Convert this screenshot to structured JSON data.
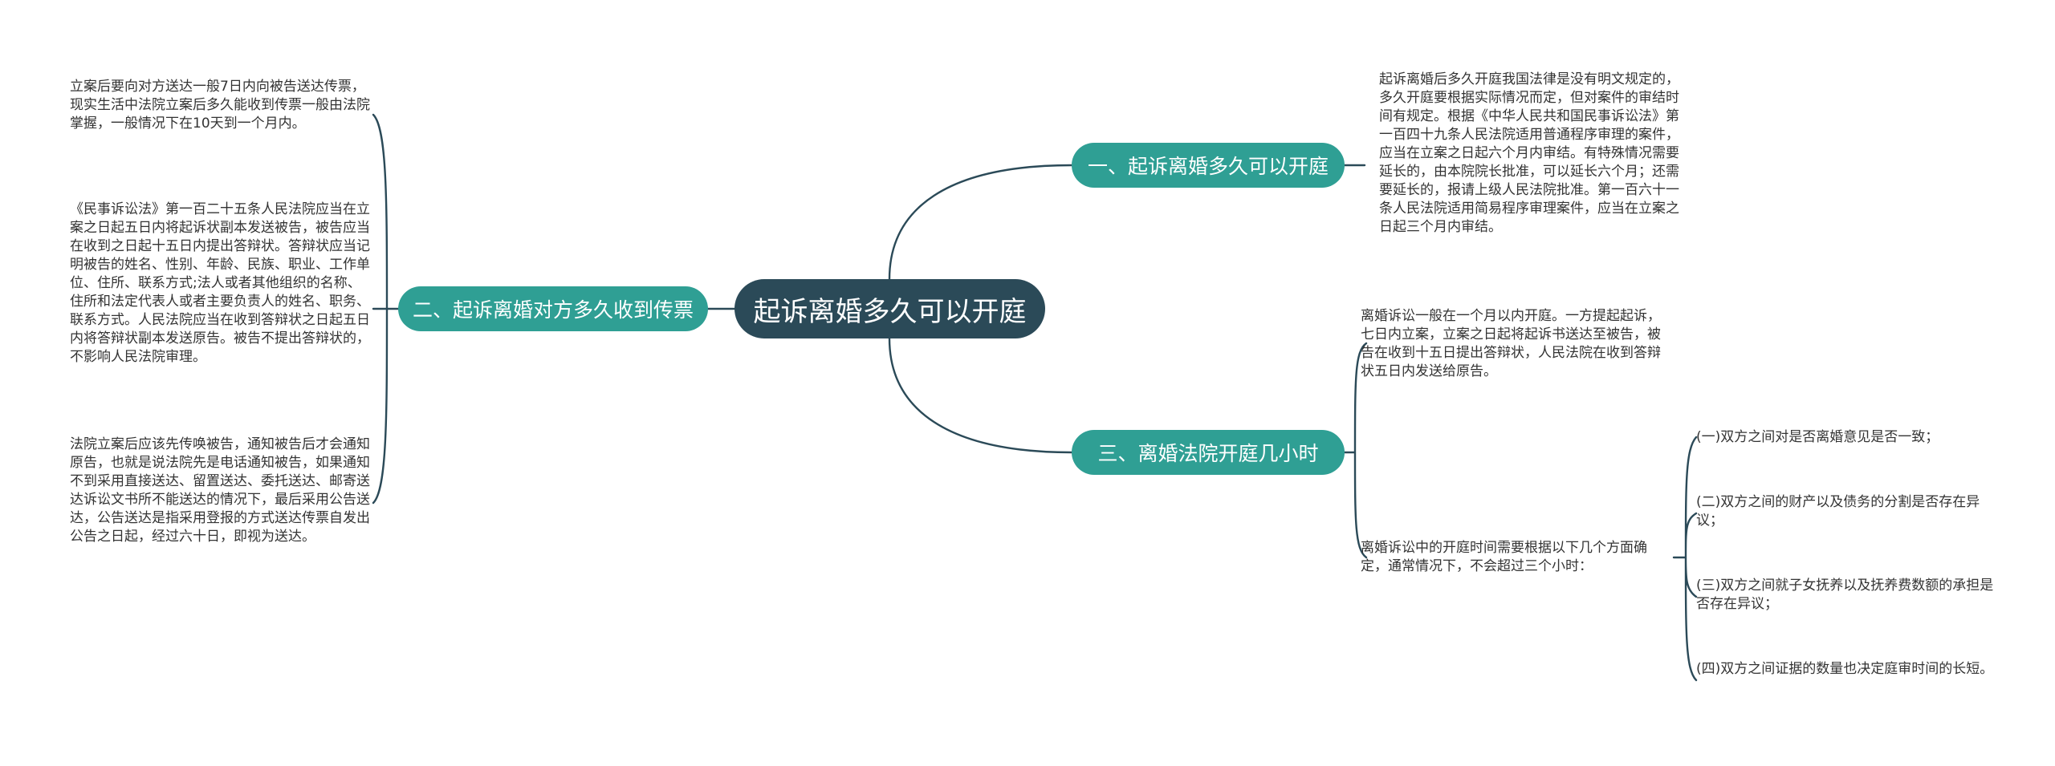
{
  "root": {
    "title": "起诉离婚多久可以开庭"
  },
  "branches": [
    {
      "label": "一、起诉离婚多久可以开庭",
      "texts": [
        "起诉离婚后多久开庭我国法律是没有明文规定的，多久开庭要根据实际情况而定，但对案件的审结时间有规定。根据《中华人民共和国民事诉讼法》第一百四十九条人民法院适用普通程序审理的案件，应当在立案之日起六个月内审结。有特殊情况需要延长的，由本院院长批准，可以延长六个月；还需要延长的，报请上级人民法院批准。第一百六十一条人民法院适用简易程序审理案件，应当在立案之日起三个月内审结。"
      ]
    },
    {
      "label": "二、起诉离婚对方多久收到传票",
      "texts": [
        "立案后要向对方送达一般7日内向被告送达传票，现实生活中法院立案后多久能收到传票一般由法院掌握，一般情况下在10天到一个月内。",
        "《民事诉讼法》第一百二十五条人民法院应当在立案之日起五日内将起诉状副本发送被告，被告应当在收到之日起十五日内提出答辩状。答辩状应当记明被告的姓名、性别、年龄、民族、职业、工作单位、住所、联系方式;法人或者其他组织的名称、住所和法定代表人或者主要负责人的姓名、职务、联系方式。人民法院应当在收到答辩状之日起五日内将答辩状副本发送原告。被告不提出答辩状的，不影响人民法院审理。",
        "法院立案后应该先传唤被告，通知被告后才会通知原告，也就是说法院先是电话通知被告，如果通知不到采用直接送达、留置送达、委托送达、邮寄送达诉讼文书所不能送达的情况下，最后采用公告送达，公告送达是指采用登报的方式送达传票自发出公告之日起，经过六十日，即视为送达。"
      ]
    },
    {
      "label": "三、离婚法院开庭几小时",
      "texts": [
        "离婚诉讼一般在一个月以内开庭。一方提起起诉，七日内立案，立案之日起将起诉书送达至被告，被告在收到十五日提出答辩状，人民法院在收到答辩状五日内发送给原告。",
        "离婚诉讼中的开庭时间需要根据以下几个方面确定，通常情况下，不会超过三个小时："
      ],
      "subitems": [
        "(一)双方之间对是否离婚意见是否一致；",
        "(二)双方之间的财产以及债务的分割是否存在异议；",
        "(三)双方之间就子女抚养以及抚养费数额的承担是否存在异议；",
        "(四)双方之间证据的数量也决定庭审时间的长短。"
      ]
    }
  ],
  "colors": {
    "root_bg": "#2b4a58",
    "branch_bg": "#2f9f94",
    "line": "#2b4a58",
    "text": "#333333"
  }
}
